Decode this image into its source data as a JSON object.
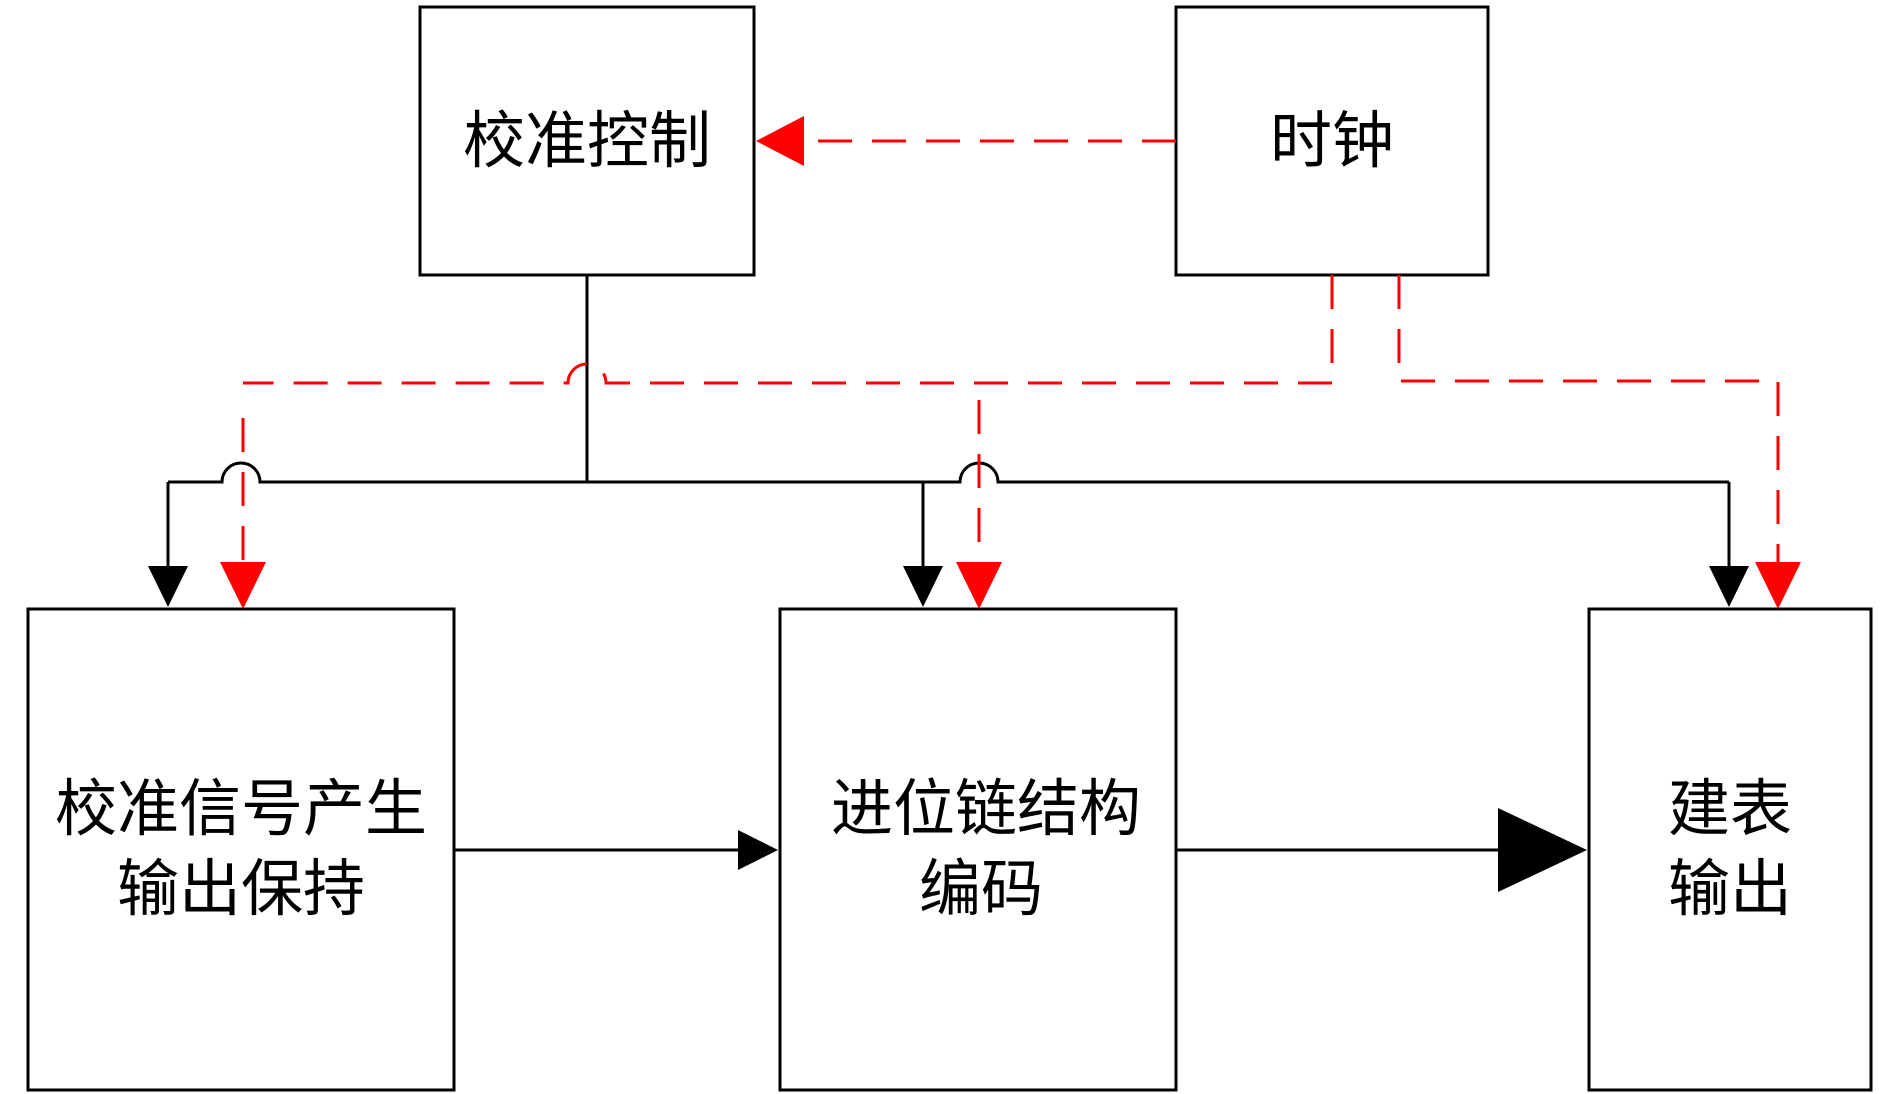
{
  "colors": {
    "control_line": "#000000",
    "clock_line": "#ff0000",
    "box_border": "#000000",
    "background": "#ffffff"
  },
  "boxes": {
    "calibration_control": {
      "lines": [
        "校准控制"
      ]
    },
    "clock": {
      "lines": [
        "时钟"
      ]
    },
    "signal_gen": {
      "lines": [
        "校准信号产生",
        "输出保持"
      ]
    },
    "carry_chain": {
      "lines": [
        "进位链结构",
        "编码"
      ]
    },
    "table_output": {
      "lines": [
        "建表",
        "输出"
      ]
    }
  }
}
